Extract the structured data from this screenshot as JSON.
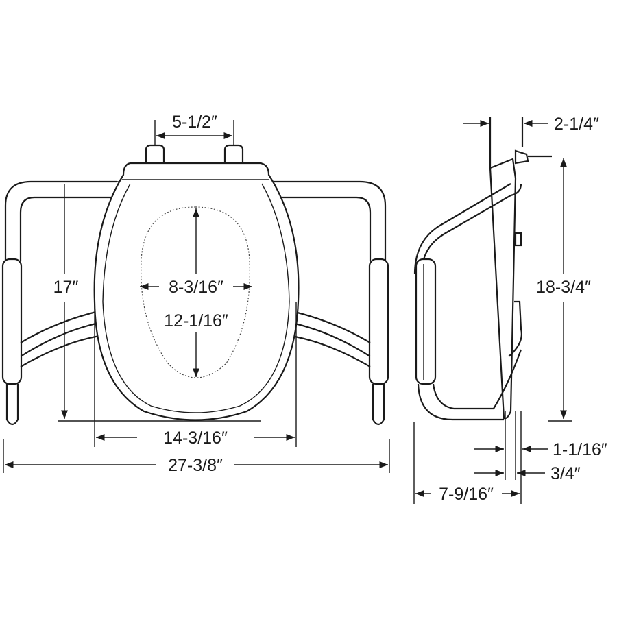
{
  "front_view": {
    "hinge_spacing": "5-1/2″",
    "height_to_floor": "17″",
    "opening_width": "8-3/16″",
    "opening_length": "12-1/16″",
    "seat_width": "14-3/16″",
    "overall_width": "27-3/8″"
  },
  "side_view": {
    "top_offset": "2-1/4″",
    "overall_height": "18-3/4″",
    "bracket_offset": "1-1/16″",
    "seat_thickness": "3/4″",
    "overall_depth": "7-9/16″"
  }
}
